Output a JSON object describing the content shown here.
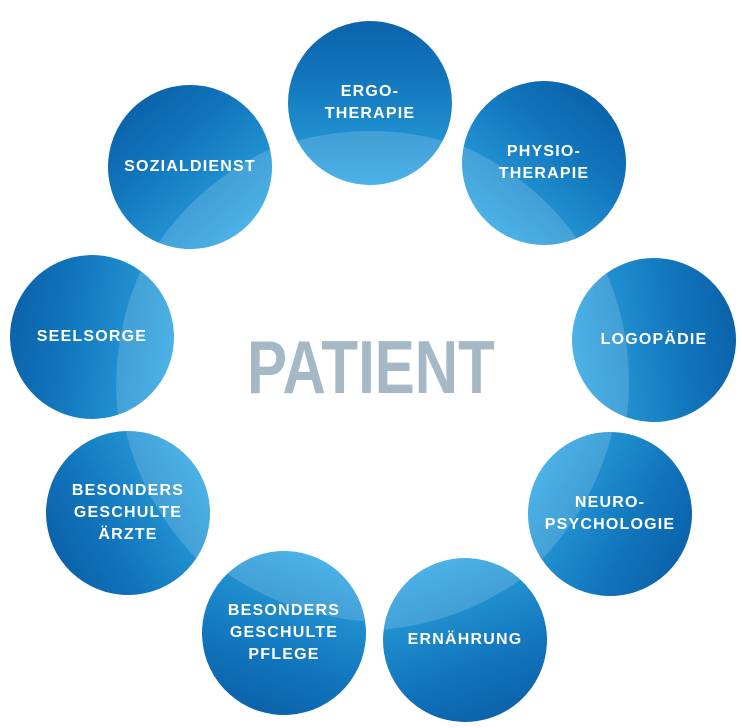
{
  "page": {
    "background_color": "#ffffff"
  },
  "center": {
    "label": "PATIENT",
    "color": "#a4b8c6"
  },
  "bubbles": {
    "text_color": "#ffffff",
    "gradient_top_color": "#0b63ab",
    "gradient_bottom_color": "#2aa3e2",
    "shine_color": "rgba(255,255,255,0.16)",
    "items": [
      {
        "label": "ERGO-\nTHERAPIE"
      },
      {
        "label": "PHYSIO-\nTHERAPIE"
      },
      {
        "label": "LOGOPÄDIE"
      },
      {
        "label": "NEURO-\nPSYCHOLOGIE"
      },
      {
        "label": "ERNÄHRUNG"
      },
      {
        "label": "BESONDERS\nGESCHULTE\nPFLEGE"
      },
      {
        "label": "BESONDERS\nGESCHULTE\nÄRZTE"
      },
      {
        "label": "SEELSORGE"
      },
      {
        "label": "SOZIALDIENST"
      }
    ]
  }
}
